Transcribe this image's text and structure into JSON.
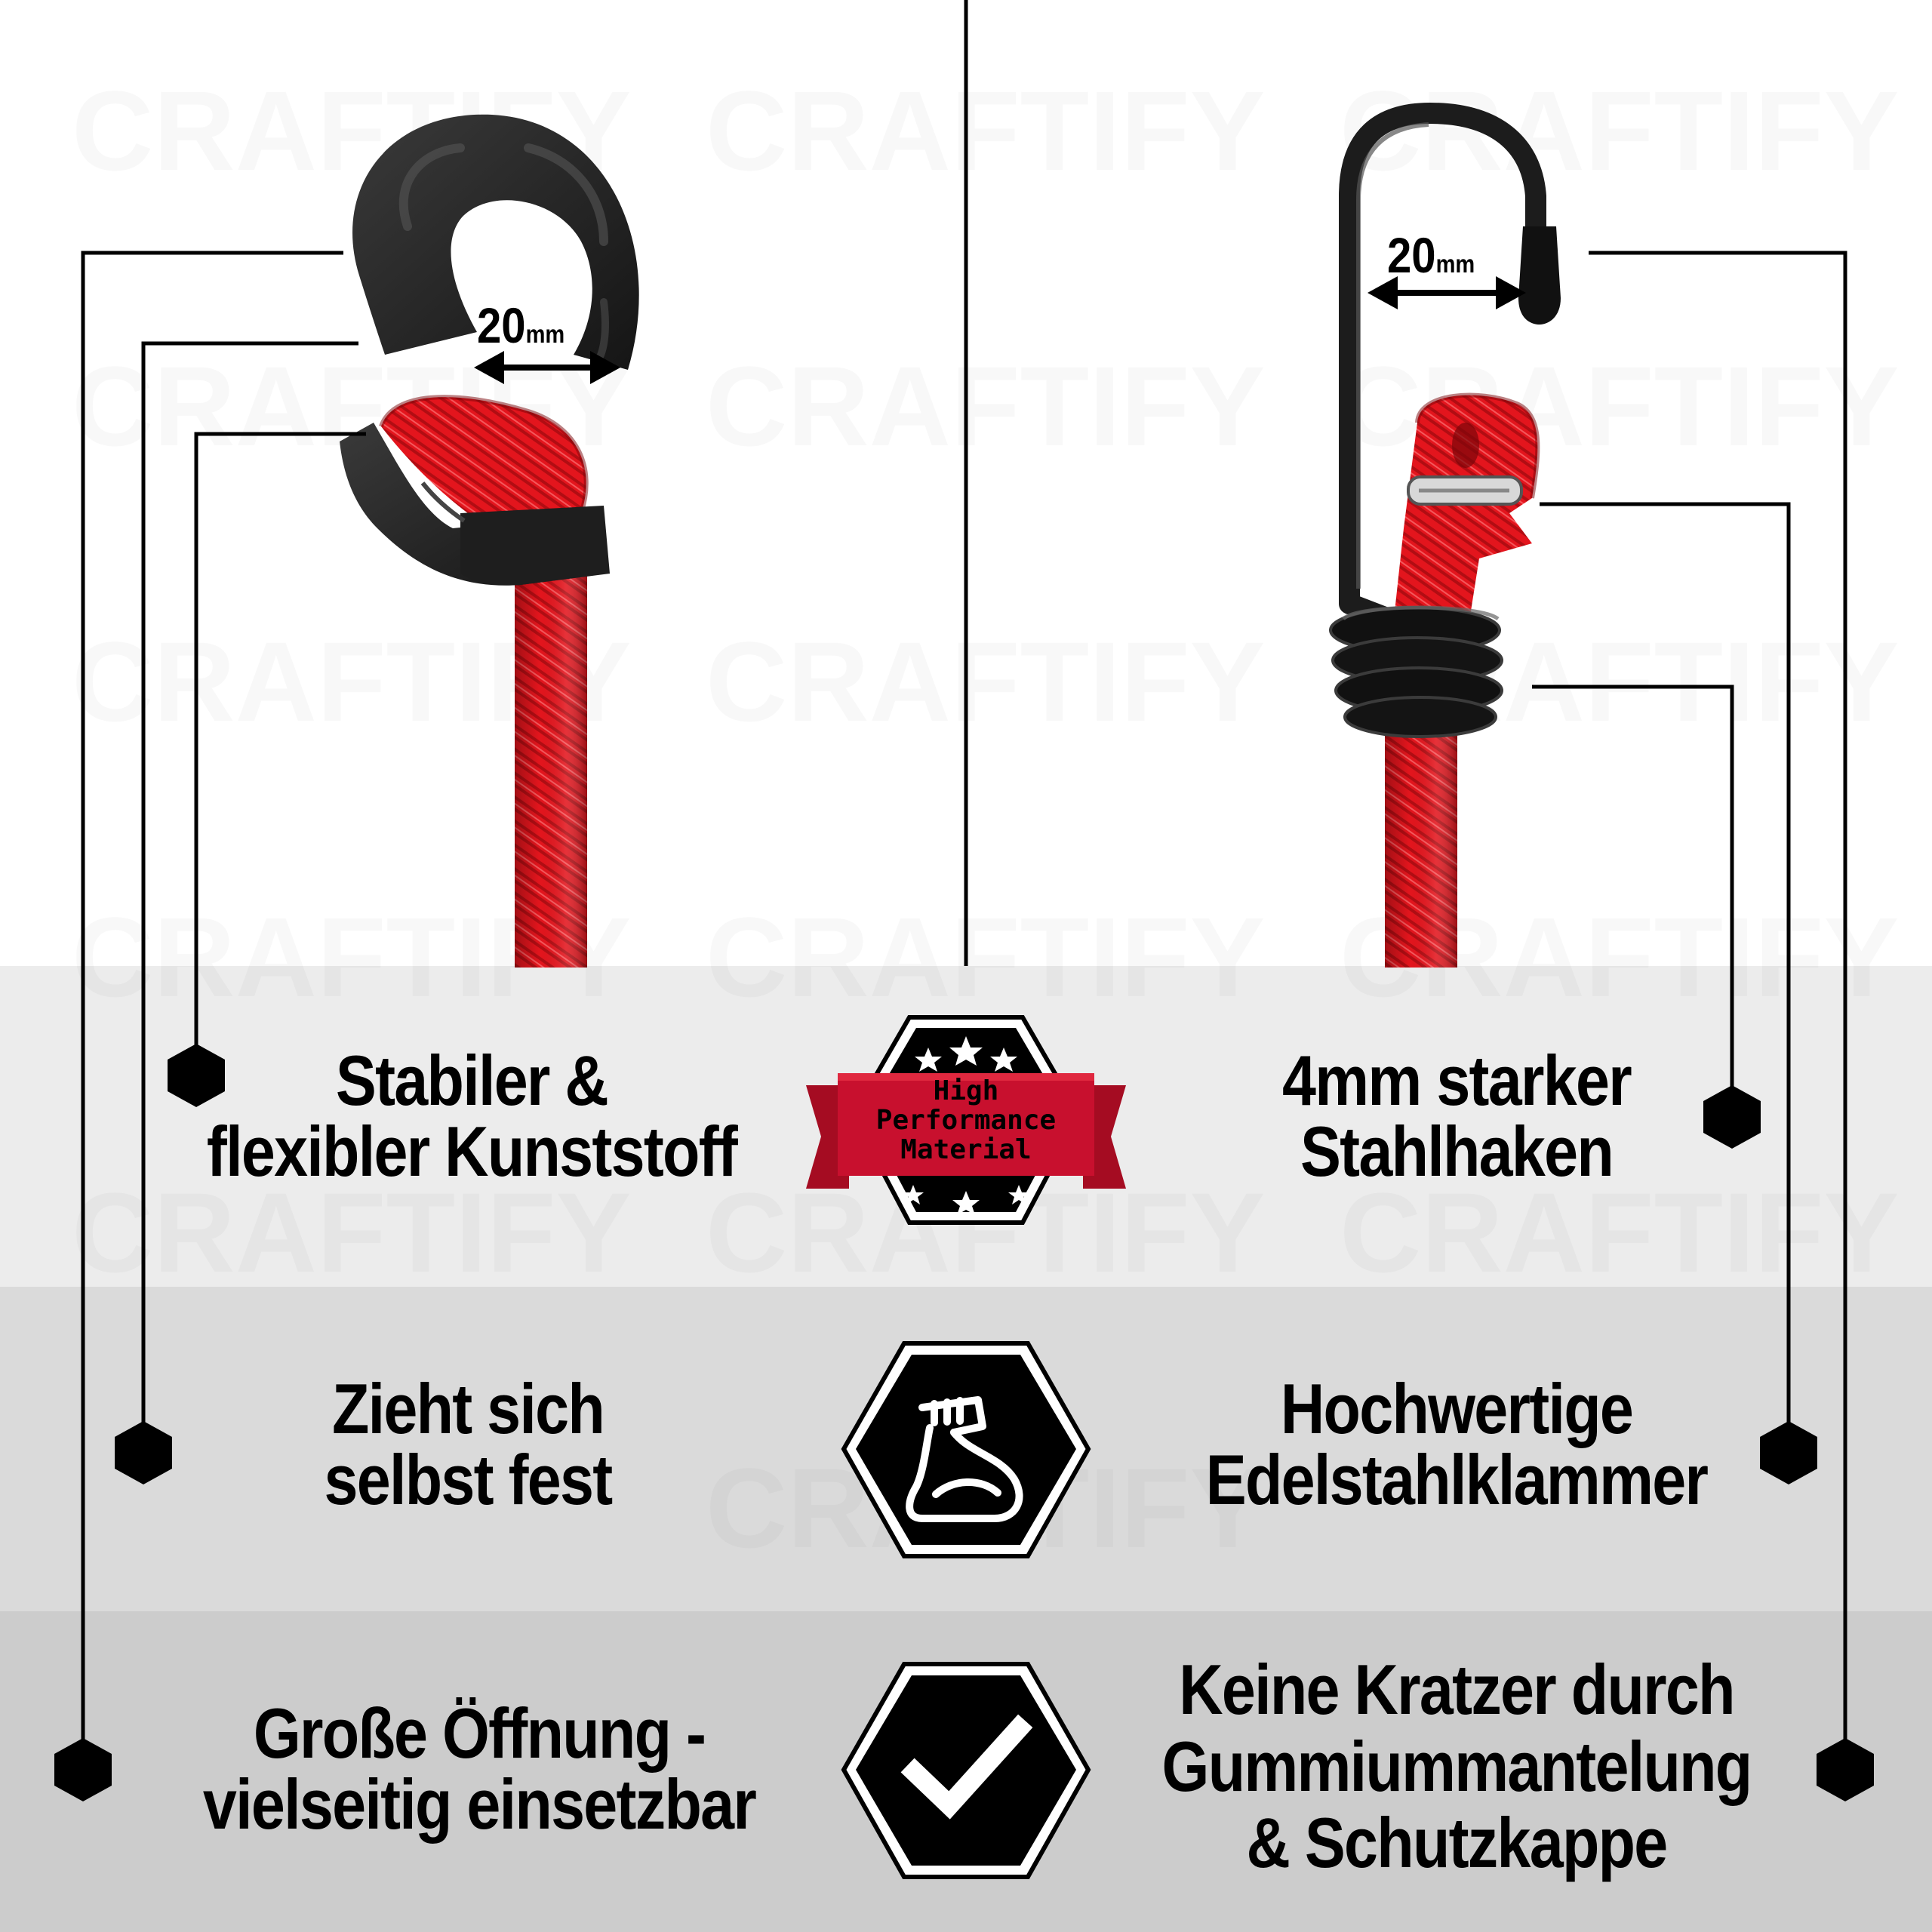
{
  "watermark": {
    "text": "CRAFTIFY"
  },
  "dimensions": {
    "left": {
      "value": "20",
      "unit": "mm"
    },
    "right": {
      "value": "20",
      "unit": "mm"
    }
  },
  "badge": {
    "line1": "High",
    "line2": "Performance",
    "line3": "Material"
  },
  "features": {
    "left": [
      {
        "line1": "Stabiler &",
        "line2": "flexibler Kunststoff"
      },
      {
        "line1": "Zieht sich",
        "line2": "selbst fest"
      },
      {
        "line1": "Große Öffnung -",
        "line2": "vielseitig einsetzbar"
      }
    ],
    "right": [
      {
        "line1": "4mm starker",
        "line2": "Stahlhaken"
      },
      {
        "line1": "Hochwertige",
        "line2": "Edelstahlklammer"
      },
      {
        "line1": "Keine Kratzer durch",
        "line2": "Gummiummantelung",
        "line3": "& Schutzkappe"
      }
    ]
  },
  "colors": {
    "cord_red": "#e0141c",
    "badge_red": "#c8102e",
    "band_light": "#ececec",
    "band_mid": "#dadada",
    "band_dark": "#cccccc",
    "ink": "#000000"
  },
  "icons": [
    "hex-bullet-icon",
    "flexed-arm-icon",
    "check-mark-icon",
    "star-icon"
  ]
}
